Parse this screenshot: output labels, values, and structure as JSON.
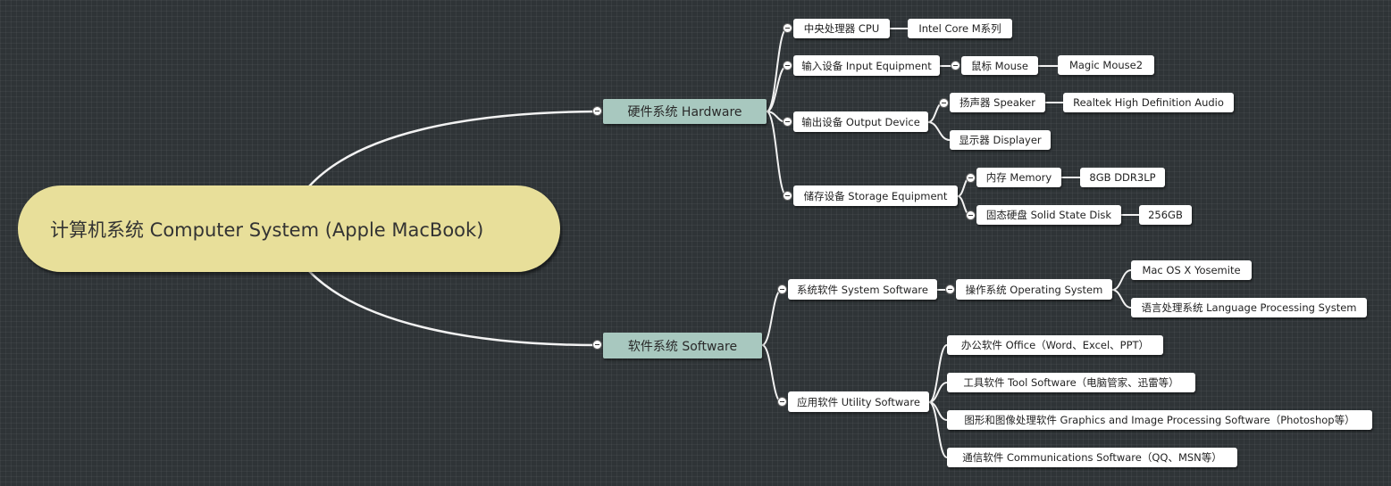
{
  "root": {
    "label": "计算机系统 Computer System (Apple MacBook)"
  },
  "hardware": {
    "label": "硬件系统 Hardware",
    "cpu": {
      "label": "中央处理器 CPU",
      "value": "Intel Core M系列"
    },
    "input": {
      "label": "输入设备 Input Equipment",
      "mouse": "鼠标 Mouse",
      "mouse_value": "Magic Mouse2"
    },
    "output": {
      "label": "输出设备 Output Device",
      "speaker": "扬声器 Speaker",
      "speaker_value": "Realtek High Definition Audio",
      "display": "显示器 Displayer"
    },
    "storage": {
      "label": "储存设备 Storage Equipment",
      "memory": "内存 Memory",
      "memory_value": "8GB DDR3LP",
      "ssd": "固态硬盘 Solid State Disk",
      "ssd_value": "256GB"
    }
  },
  "software": {
    "label": "软件系统 Software",
    "system": {
      "label": "系统软件 System Software",
      "os": "操作系统 Operating System",
      "os_value": "Mac OS X Yosemite",
      "lang": "语言处理系统 Language Processing System"
    },
    "utility": {
      "label": "应用软件 Utility Software",
      "office": "办公软件 Office（Word、Excel、PPT）",
      "tool": "工具软件 Tool Software（电脑管家、迅雷等）",
      "graphics": "图形和图像处理软件 Graphics and Image Processing Software（Photoshop等）",
      "comm": "通信软件 Communications Software（QQ、MSN等）"
    }
  }
}
